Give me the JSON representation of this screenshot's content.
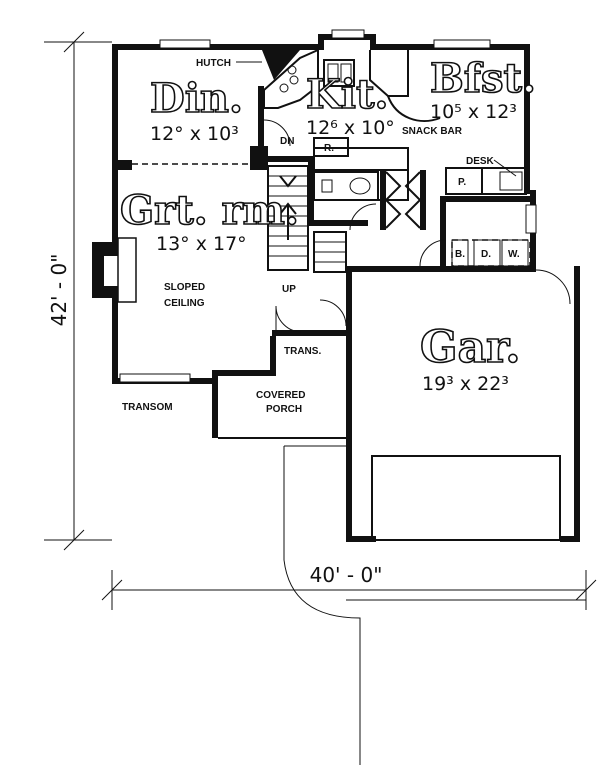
{
  "rooms": {
    "dining": {
      "name": "Din.",
      "size": "12° x 10³"
    },
    "kitchen": {
      "name": "Kit.",
      "size": "12⁶ x 10°"
    },
    "breakfast": {
      "name": "Bfst.",
      "size": "10⁵ x 12³"
    },
    "great_room": {
      "name": "Grt. rm.",
      "size": "13° x 17°"
    },
    "garage": {
      "name": "Gar.",
      "size": "19³ x 22³"
    }
  },
  "labels": {
    "hutch": "HUTCH",
    "snack_bar": "SNACK BAR",
    "desk": "DESK",
    "dn": "DN",
    "up": "UP",
    "refrigerator": "R.",
    "pantry": "P.",
    "bench": "B.",
    "dryer": "D.",
    "washer": "W.",
    "sloped_1": "SLOPED",
    "sloped_2": "CEILING",
    "trans": "TRANS.",
    "transom": "TRANSOM",
    "porch_1": "COVERED",
    "porch_2": "PORCH"
  },
  "dimensions": {
    "depth": "42' - 0\"",
    "width": "40' - 0\""
  }
}
